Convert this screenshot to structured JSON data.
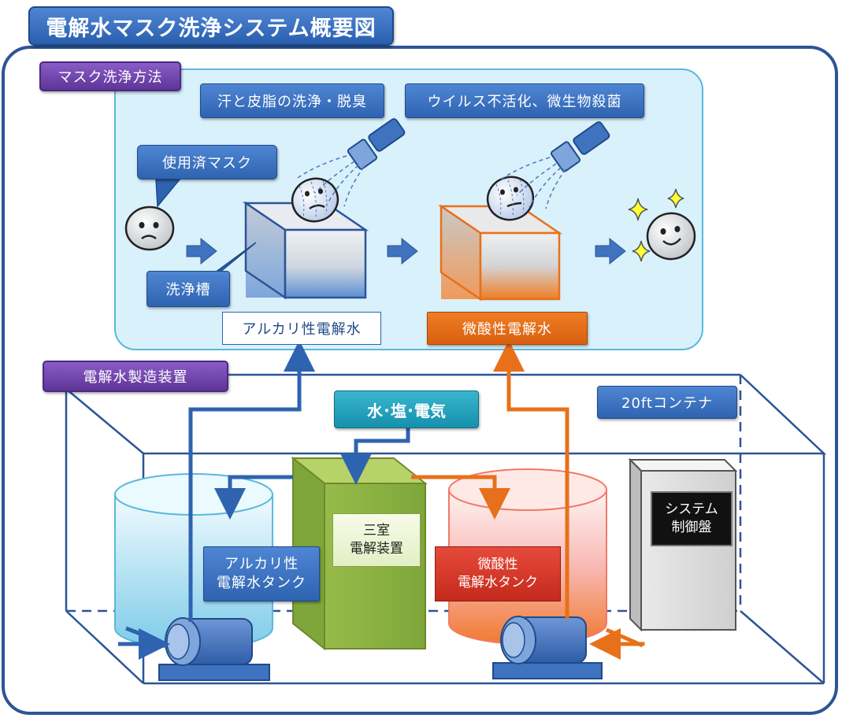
{
  "title": "電解水マスク洗浄システム概要図",
  "sections": {
    "wash_method": "マスク洗浄方法",
    "production": "電解水製造装置"
  },
  "wash": {
    "used_mask": "使用済マスク",
    "sweat_label": "汗と皮脂の洗浄・脱臭",
    "virus_label": "ウイルス不活化、微生物殺菌",
    "tank_label": "洗浄槽",
    "alkaline_water": "アルカリ性電解水",
    "acidic_water": "微酸性電解水"
  },
  "production": {
    "inputs": "水･塩･電気",
    "container": "20ftコンテナ",
    "device_line1": "三室",
    "device_line2": "電解装置",
    "alk_tank_line1": "アルカリ性",
    "alk_tank_line2": "電解水タンク",
    "acid_tank_line1": "微酸性",
    "acid_tank_line2": "電解水タンク",
    "panel_line1": "システム",
    "panel_line2": "制御盤"
  },
  "colors": {
    "blue": "#2e63b0",
    "orange": "#e8701a",
    "green": "#8cb040",
    "purple": "#6a3ea8",
    "light_blue_bg": "#d9f1fb"
  }
}
